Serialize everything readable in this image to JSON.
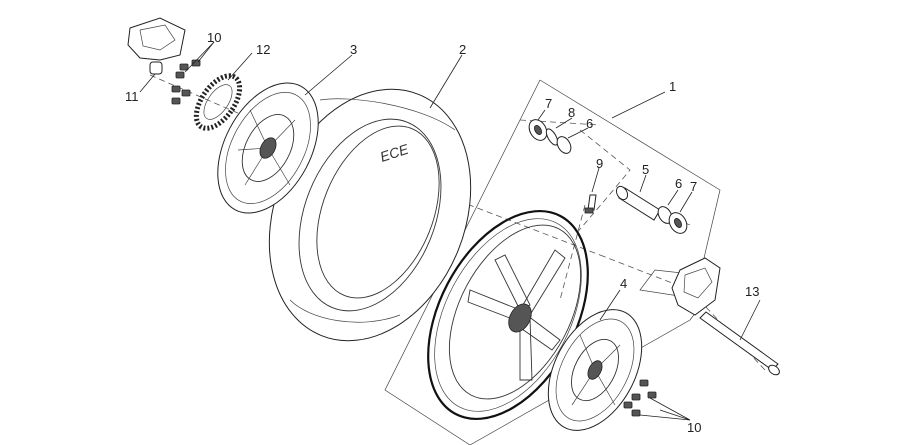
{
  "diagram": {
    "callouts": [
      {
        "id": "callout-1",
        "text": "1"
      },
      {
        "id": "callout-2",
        "text": "2"
      },
      {
        "id": "callout-3",
        "text": "3"
      },
      {
        "id": "callout-4",
        "text": "4"
      },
      {
        "id": "callout-5",
        "text": "5"
      },
      {
        "id": "callout-6a",
        "text": "6"
      },
      {
        "id": "callout-6b",
        "text": "6"
      },
      {
        "id": "callout-7a",
        "text": "7"
      },
      {
        "id": "callout-7b",
        "text": "7"
      },
      {
        "id": "callout-8",
        "text": "8"
      },
      {
        "id": "callout-9",
        "text": "9"
      },
      {
        "id": "callout-10a",
        "text": "10"
      },
      {
        "id": "callout-10b",
        "text": "10"
      },
      {
        "id": "callout-11",
        "text": "11"
      },
      {
        "id": "callout-12",
        "text": "12"
      },
      {
        "id": "callout-13",
        "text": "13"
      }
    ],
    "tyre_marking": "ECE"
  }
}
